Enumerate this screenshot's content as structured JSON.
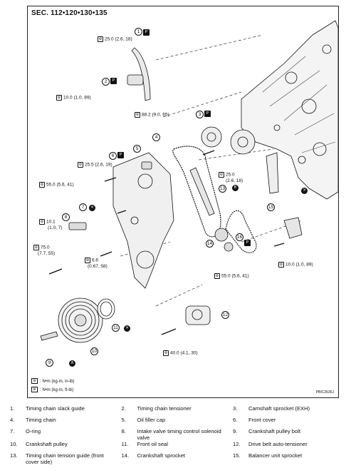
{
  "section_title": "SEC. 112•120•130•135",
  "torques": {
    "t1": "25.0 (2.6, 18)",
    "t2": "10.0 (1.0, 89)",
    "t3": "88.2 (9.0, 65)",
    "t4": "25.5 (2.6, 19)",
    "t5": "55.0 (5.6, 41)",
    "t6a": "10.1",
    "t6b": "(1.0, 7)",
    "t7a": "75.0",
    "t7b": "(7.7, 55)",
    "t8a": "6.6",
    "t8b": "(0.67, 58)",
    "t9a": "25.0",
    "t9b": "(2.6, 18)",
    "t10": "10.0 (1.0, 89)",
    "t11": "55.0 (5.6, 41)",
    "t12": "40.0 (4.1, 30)"
  },
  "markers": {
    "b": "B",
    "a": "A",
    "x": "✕",
    "p": "P"
  },
  "callouts": [
    "1",
    "2",
    "3",
    "4",
    "5",
    "6",
    "7",
    "8",
    "9",
    "10",
    "11",
    "12",
    "13",
    "14",
    "15",
    "16"
  ],
  "legend": {
    "nm_in": ": N•m (kg-m, in-lb)",
    "nm_ft": ": N•m (kg-m, ft-lb)"
  },
  "ref_code": "PBIC3536J",
  "parts_list": [
    [
      {
        "num": "1.",
        "label": "Timing chain slack guide"
      },
      {
        "num": "2.",
        "label": "Timing chain tensioner"
      },
      {
        "num": "3.",
        "label": "Camshaft sprocket (EXH)"
      }
    ],
    [
      {
        "num": "4.",
        "label": "Timing chain"
      },
      {
        "num": "5.",
        "label": "Oil filler cap"
      },
      {
        "num": "6.",
        "label": "Front cover"
      }
    ],
    [
      {
        "num": "7.",
        "label": "O-ring"
      },
      {
        "num": "8.",
        "label": "Intake valve timing control solenoid valve"
      },
      {
        "num": "9.",
        "label": "Crankshaft pulley bolt"
      }
    ],
    [
      {
        "num": "10.",
        "label": "Crankshaft pulley"
      },
      {
        "num": "11.",
        "label": "Front oil seal"
      },
      {
        "num": "12.",
        "label": "Drive belt auto-tensioner"
      }
    ],
    [
      {
        "num": "13.",
        "label": "Timing chain tension guide (front cover side)"
      },
      {
        "num": "14.",
        "label": "Crankshaft sprocket"
      },
      {
        "num": "15.",
        "label": "Balancer unit sprocket"
      }
    ]
  ]
}
